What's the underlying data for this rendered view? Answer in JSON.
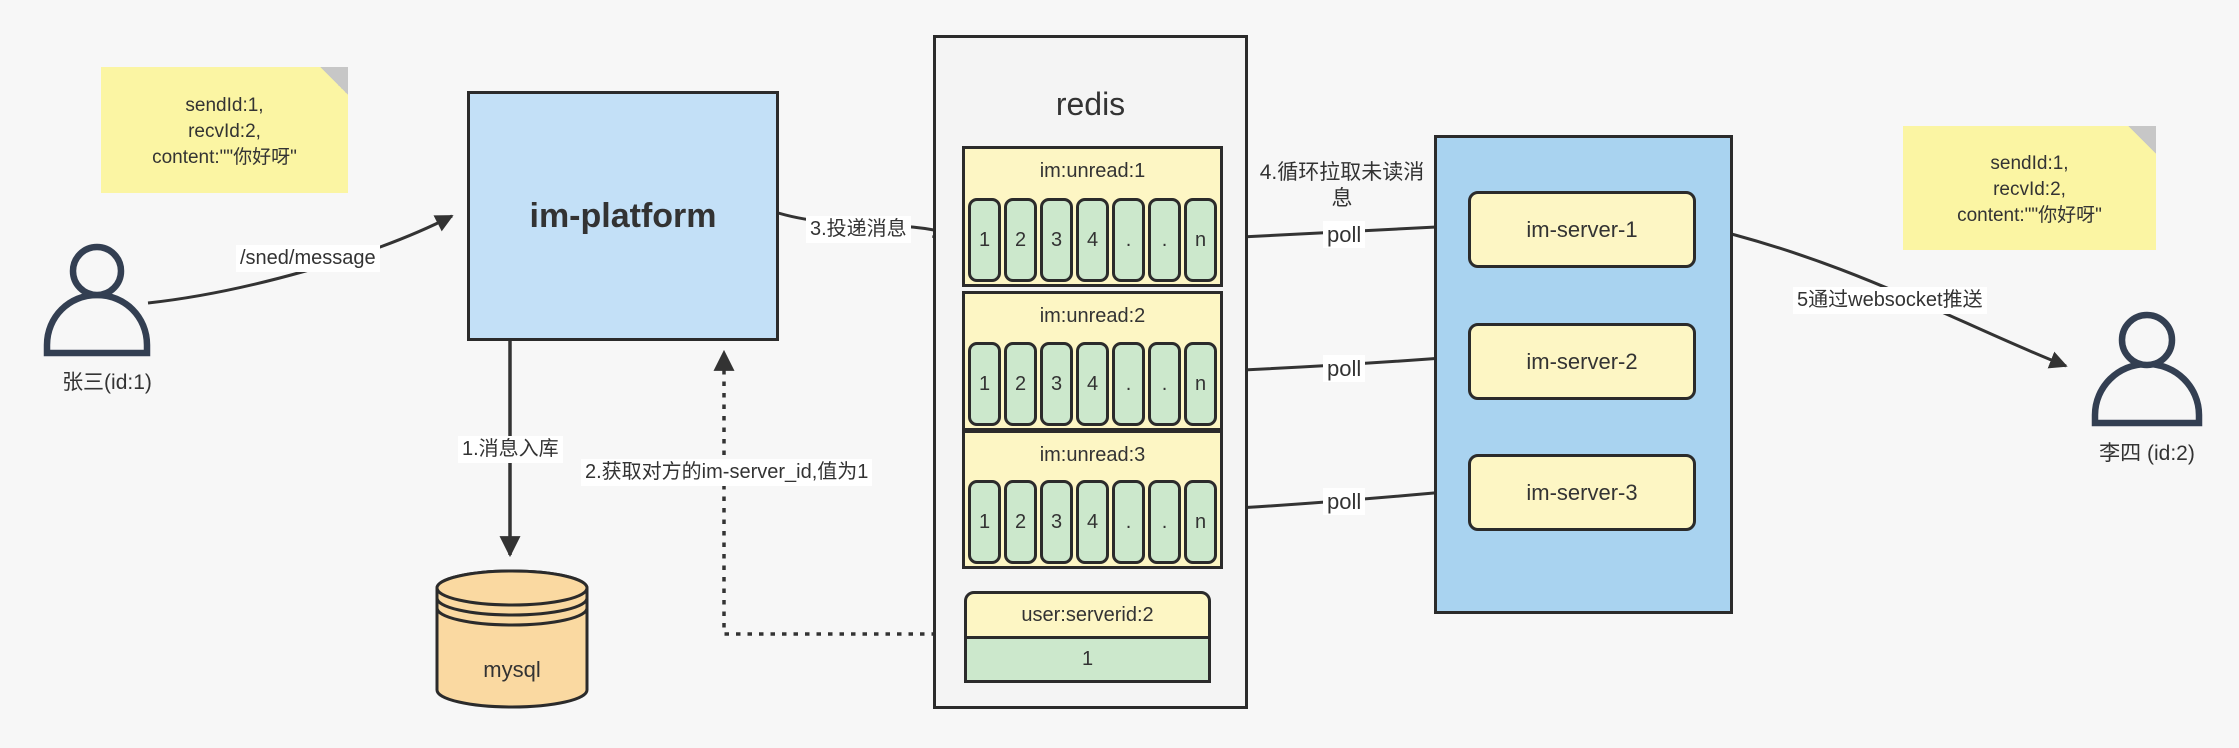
{
  "notes": {
    "sender": {
      "lines": [
        "sendId:1,",
        "recvId:2,",
        "content:\"\"你好呀\""
      ]
    },
    "receiver": {
      "lines": [
        "sendId:1,",
        "recvId:2,",
        "content:\"\"你好呀\""
      ]
    }
  },
  "actors": {
    "sender_label": "张三(id:1)",
    "receiver_label": "李四 (id:2)"
  },
  "platform_label": "im-platform",
  "database_label": "mysql",
  "redis": {
    "title": "redis",
    "queues": [
      {
        "title": "im:unread:1",
        "cells": [
          "1",
          "2",
          "3",
          "4",
          ".",
          ".",
          "n"
        ]
      },
      {
        "title": "im:unread:2",
        "cells": [
          "1",
          "2",
          "3",
          "4",
          ".",
          ".",
          "n"
        ]
      },
      {
        "title": "im:unread:3",
        "cells": [
          "1",
          "2",
          "3",
          "4",
          ".",
          ".",
          "n"
        ]
      }
    ],
    "mapping": {
      "title": "user:serverid:2",
      "value": "1"
    }
  },
  "servers": {
    "items": [
      "im-server-1",
      "im-server-2",
      "im-server-3"
    ]
  },
  "labels": {
    "send_api": "/sned/message",
    "step1": "1.消息入库",
    "step2": "2.获取对方的im-server_id,值为1",
    "step3": "3.投递消息",
    "step4": "4.循环拉取未读消息",
    "step5": "5通过websocket推送",
    "poll": "poll"
  },
  "colors": {
    "background": "#f7f7f7",
    "note_yellow": "#fbf5a3",
    "platform_blue": "#c3e0f7",
    "server_panel_blue": "#a9d3f0",
    "block_yellow": "#fdf6c4",
    "cell_green": "#cce8cc",
    "db_tan": "#fad9a1",
    "line": "#333333"
  }
}
